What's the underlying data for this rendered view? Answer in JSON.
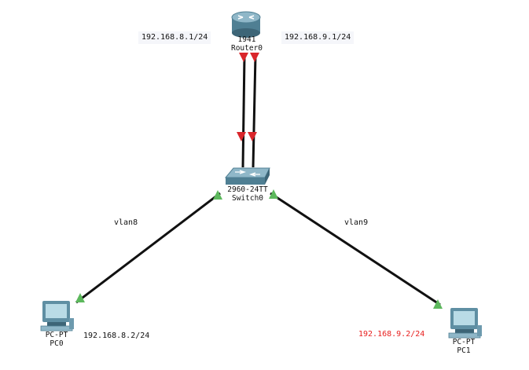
{
  "router": {
    "model": "1941",
    "name": "Router0"
  },
  "switch": {
    "model": "2960-24TT",
    "name": "Switch0"
  },
  "pc0": {
    "model": "PC-PT",
    "name": "PC0",
    "ip": "192.168.8.2/24"
  },
  "pc1": {
    "model": "PC-PT",
    "name": "PC1",
    "ip": "192.168.9.2/24"
  },
  "router_if_left": "192.168.8.1/24",
  "router_if_right": "192.168.9.1/24",
  "vlan_left": "vlan8",
  "vlan_right": "vlan9",
  "colors": {
    "link": "#111111",
    "link_down": "#d9262b",
    "link_up": "#5cb85c",
    "pc1_ip": "#e8201f"
  },
  "icons": [
    "router-icon",
    "switch-icon",
    "pc-icon"
  ]
}
